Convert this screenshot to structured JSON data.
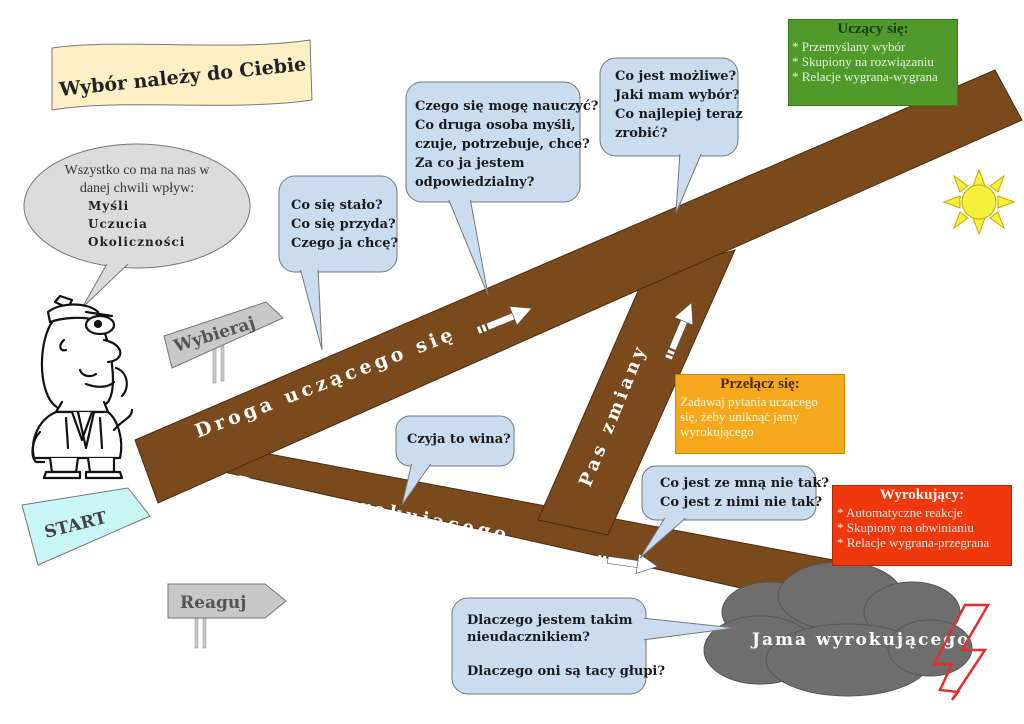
{
  "title_banner": "Wybór należy do Ciebie",
  "thought_bubble": {
    "line1": "Wszystko co ma na nas w",
    "line2": "danej chwili wpływ:",
    "items": [
      "Myśli",
      "Uczucia",
      "Okoliczności"
    ]
  },
  "signs": {
    "choose": "Wybieraj",
    "start": "START",
    "react": "Reaguj"
  },
  "roads": {
    "learner": "Droga uczącego się",
    "judger": "Droga wyrokującego",
    "switch": "Pas zmiany",
    "pit": "Jama wyrokującego"
  },
  "bubbles": {
    "b1": [
      "Co się stało?",
      "Co się przyda?",
      "Czego ja chcę?"
    ],
    "b2": [
      "Czego się mogę nauczyć?",
      "Co druga osoba myśli,",
      "czuje, potrzebuje, chce?",
      "Za co ja jestem",
      "odpowiedzialny?"
    ],
    "b3": [
      "Co jest możliwe?",
      "Jaki mam wybór?",
      "Co najlepiej teraz",
      "zrobić?"
    ],
    "b4": [
      "Czyja to wina?"
    ],
    "b5": [
      "Co jest ze mną nie tak?",
      "Co jest z nimi nie tak?"
    ],
    "b6": [
      "Dlaczego jestem takim",
      "nieudacznikiem?",
      "",
      "Dlaczego oni są tacy głupi?"
    ]
  },
  "learner_box": {
    "title": "Uczący się:",
    "items": [
      "* Przemyślany wybór",
      "* Skupiony na rozwiązaniu",
      "* Relacje wygrana-wygrana"
    ]
  },
  "switch_box": {
    "title": "Przełącz się:",
    "lines": [
      "Zadawaj pytania uczącego",
      "się, żeby uniknąć jamy",
      "wyrokującego"
    ]
  },
  "judger_box": {
    "title": "Wyrokujący:",
    "items": [
      "* Automatyczne reakcje",
      "* Skupiony na obwinianiu",
      "* Relacje wygrana-przegrana"
    ]
  },
  "colors": {
    "road": "#7b4a1c",
    "bubble_blue": "#c9dcf0",
    "bubble_gray": "#dcdcdc",
    "banner": "#fdf0c4",
    "learner_box": "#4f9a2a",
    "switch_box": "#f5a81c",
    "judger_box": "#f0380f",
    "sun": "#f5f03c",
    "sign_gray": "#c8c8c8",
    "start_sign": "#c8f5f5",
    "cloud": "#6e6e6e",
    "lightning": "#e0302a"
  }
}
